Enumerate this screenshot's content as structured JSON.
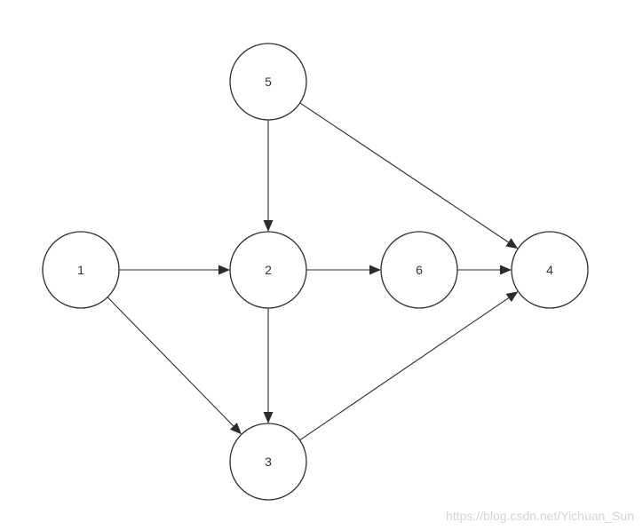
{
  "graph": {
    "nodes": [
      {
        "id": "5",
        "label": "5"
      },
      {
        "id": "1",
        "label": "1"
      },
      {
        "id": "2",
        "label": "2"
      },
      {
        "id": "6",
        "label": "6"
      },
      {
        "id": "4",
        "label": "4"
      },
      {
        "id": "3",
        "label": "3"
      }
    ],
    "edges": [
      {
        "from": "1",
        "to": "2"
      },
      {
        "from": "1",
        "to": "3"
      },
      {
        "from": "5",
        "to": "2"
      },
      {
        "from": "5",
        "to": "4"
      },
      {
        "from": "2",
        "to": "6"
      },
      {
        "from": "2",
        "to": "3"
      },
      {
        "from": "6",
        "to": "4"
      },
      {
        "from": "3",
        "to": "4"
      }
    ]
  },
  "colors": {
    "stroke": "#2b2b2b",
    "text": "#333333",
    "background": "#ffffff",
    "watermark": "#d4d4d4"
  },
  "watermark": "https://blog.csdn.net/Yichuan_Sun"
}
